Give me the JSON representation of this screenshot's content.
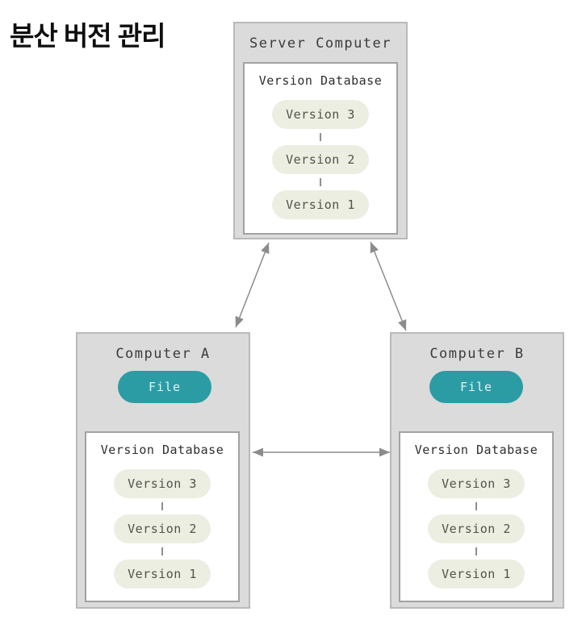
{
  "title": "분산 버전 관리",
  "server": {
    "label": "Server Computer",
    "database": {
      "label": "Version Database",
      "versions": [
        "Version 3",
        "Version 2",
        "Version 1"
      ]
    }
  },
  "computer_a": {
    "label": "Computer A",
    "file_label": "File",
    "database": {
      "label": "Version Database",
      "versions": [
        "Version 3",
        "Version 2",
        "Version 1"
      ]
    }
  },
  "computer_b": {
    "label": "Computer B",
    "file_label": "File",
    "database": {
      "label": "Version Database",
      "versions": [
        "Version 3",
        "Version 2",
        "Version 1"
      ]
    }
  },
  "colors": {
    "file_pill": "#2b9ca4",
    "version_pill": "#edeee2",
    "machine_background": "#dbdbdb",
    "machine_border": "#b9b9b9",
    "database_border": "#a2a2a2",
    "arrow": "#8c8c8c"
  }
}
